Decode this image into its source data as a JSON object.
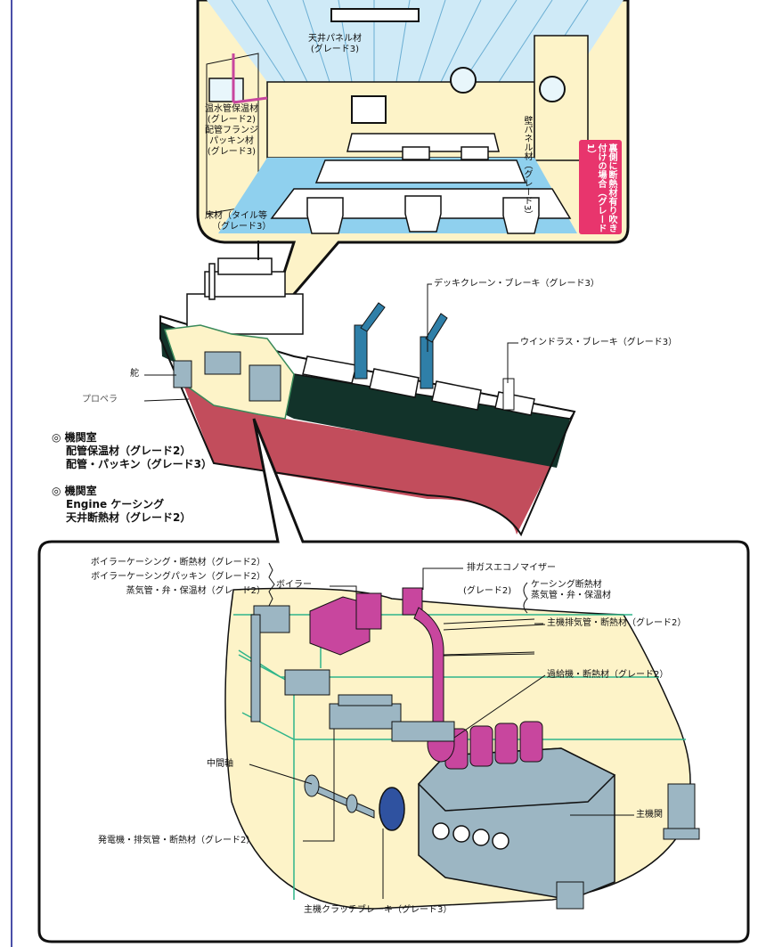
{
  "cabin": {
    "ceiling_panel": [
      "天井パネル材",
      "(グレード3)"
    ],
    "hot_water_pipe": [
      "温水管保温材",
      "(グレード2)",
      "配管フランジ",
      "パッキン材",
      "(グレード3)"
    ],
    "floor": [
      "床材（タイル等",
      "（グレード3）"
    ],
    "wall_panel": "壁パネル材（グレード3）",
    "backside_note": "裏側に断熱材有り吹き付けの場合（グレード1）"
  },
  "ship": {
    "deck_crane": "デッキクレーン・ブレーキ（グレード3）",
    "windlass": "ウインドラス・ブレーキ（グレード3）",
    "rudder": "舵",
    "propeller": "プロペラ"
  },
  "engine_room_notes": {
    "note1": [
      "◎ 機関室",
      "配管保温材（グレード2）",
      "配管・パッキン（グレード3）"
    ],
    "note2": [
      "◎ 機関室",
      "Engine ケーシング",
      "天井断熱材（グレード2）"
    ]
  },
  "engine_room": {
    "boiler_items": [
      "ボイラーケーシング・断熱材（グレード2）",
      "ボイラーケーシングパッキン（グレード2）",
      "蒸気管・弁・保温材（グレード2）"
    ],
    "boiler": "ボイラー",
    "economizer": "排ガスエコノマイザー",
    "economizer_grade": "(グレード2)",
    "economizer_items": [
      "ケーシング断熱材",
      "蒸気管・弁・保温材"
    ],
    "exhaust_pipe": "主機排気管・断熱材（グレード2）",
    "turbocharger": "過給機・断熱材（グレード2）",
    "intermediate_shaft": "中間軸",
    "main_engine": "主機関",
    "generator": "発電機・排気管・断熱材（グレード2）",
    "clutch": "主機クラッチブレーキ（グレード3）"
  },
  "colors": {
    "accent_pink": "#e8356d",
    "cream": "#fdf3c8",
    "sky": "#9fd8ef",
    "hull_green": "#12332a",
    "hull_red": "#c24d5c",
    "engine_blue": "#9cb6c3",
    "magenta_pipe": "#c8469e"
  }
}
